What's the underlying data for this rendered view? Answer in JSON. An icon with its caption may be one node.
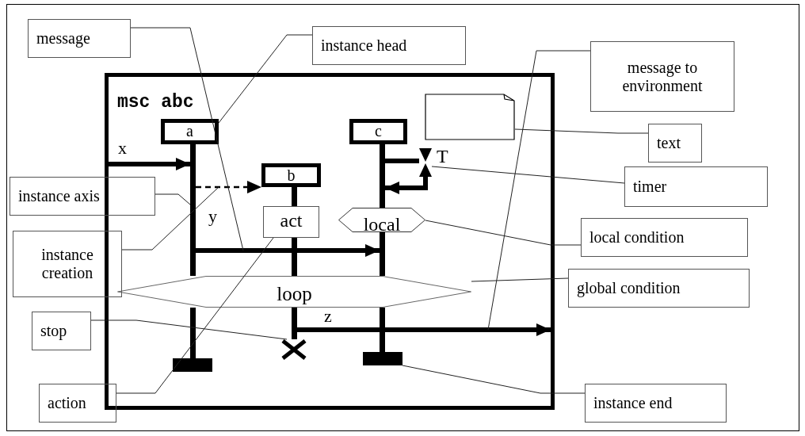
{
  "diagram": {
    "nodes": [
      {
        "text": [
          "msc abc"
        ]
      },
      {
        "text": [
          "a"
        ],
        "in": 0
      },
      {
        "text": [
          "b"
        ],
        "in": 0
      },
      {
        "text": [
          "c"
        ],
        "in": 0
      },
      {
        "text": [],
        "shape": "line",
        "in": 0
      },
      {
        "text": [],
        "shape": "line",
        "in": 0
      },
      {
        "text": [],
        "shape": "line",
        "in": 0
      },
      {
        "text": [],
        "shape": "line",
        "in": 0
      },
      {
        "text": [],
        "shape": "line",
        "in": 0
      },
      {
        "text": [],
        "shape": "line",
        "in": 0
      },
      {
        "text": [],
        "shape": "line",
        "in": 0
      },
      {
        "text": [],
        "shape": "line",
        "in": 0
      },
      {
        "text": [
          "act"
        ],
        "in": 0
      },
      {
        "text": [
          "local"
        ],
        "in": 0
      },
      {
        "text": [
          "loop"
        ],
        "in": 0
      },
      {
        "text": [],
        "shape": "box",
        "in": 0
      },
      {
        "text": [],
        "shape": "triangle",
        "beside": [
          "T"
        ],
        "in": 0
      },
      {
        "text": [],
        "shape": "cross",
        "in": 0
      },
      {
        "text": [],
        "shape": "bar",
        "in": 0
      },
      {
        "text": [],
        "shape": "bar",
        "in": 0
      },
      {
        "text": [
          "message"
        ]
      },
      {
        "text": [
          "instance head"
        ]
      },
      {
        "text": [
          "message to environment"
        ]
      },
      {
        "text": [
          "text"
        ]
      },
      {
        "text": [
          "timer"
        ]
      },
      {
        "text": [
          "instance axis"
        ]
      },
      {
        "text": [
          "instance creation"
        ]
      },
      {
        "text": [
          "local condition"
        ]
      },
      {
        "text": [
          "global condition"
        ]
      },
      {
        "text": [
          "stop"
        ]
      },
      {
        "text": [
          "action"
        ]
      },
      {
        "text": [
          "instance end"
        ]
      }
    ],
    "edges": [
      {
        "from": null,
        "to": 4,
        "arrow": "to",
        "label": "x",
        "style": "thick"
      },
      {
        "from": 4,
        "to": 2,
        "arrow": "to",
        "style": "dashed"
      },
      {
        "from": 4,
        "to": 10,
        "arrow": "to",
        "label": "y",
        "style": "thick"
      },
      {
        "from": 8,
        "to": null,
        "arrow": "to",
        "label": "z",
        "style": "thick"
      },
      {
        "from": 9,
        "to": 16,
        "arrow": "none",
        "style": "thick"
      },
      {
        "from": 16,
        "to": 9,
        "arrow": "to",
        "style": "thick"
      },
      {
        "from": 20,
        "to": null,
        "arrow": "none"
      },
      {
        "from": 21,
        "to": 1,
        "arrow": "none"
      },
      {
        "from": 22,
        "to": null,
        "arrow": "none"
      },
      {
        "from": 23,
        "to": 15,
        "arrow": "none"
      },
      {
        "from": 24,
        "to": 16,
        "arrow": "none"
      },
      {
        "from": 25,
        "to": 4,
        "arrow": "none"
      },
      {
        "from": 26,
        "to": null,
        "arrow": "none"
      },
      {
        "from": 27,
        "to": 13,
        "arrow": "none"
      },
      {
        "from": 28,
        "to": 14,
        "arrow": "none"
      },
      {
        "from": 29,
        "to": 17,
        "arrow": "none"
      },
      {
        "from": 30,
        "to": 12,
        "arrow": "none"
      },
      {
        "from": 31,
        "to": 19,
        "arrow": "none"
      }
    ]
  }
}
